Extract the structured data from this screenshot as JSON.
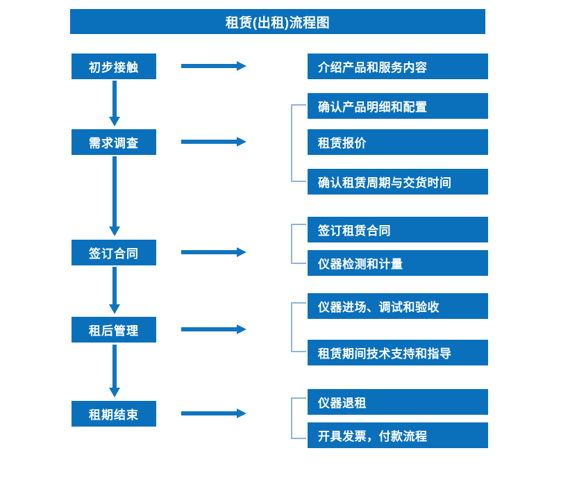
{
  "diagram": {
    "title": "租赁(出租)流程图",
    "accent_color": "#0A70BC",
    "bracket_color": "#8FB4D9",
    "text_color": "#FFFFFF",
    "background_color": "#FFFFFF"
  },
  "stages": [
    {
      "label": "初步接触"
    },
    {
      "label": "需求调查"
    },
    {
      "label": "签订合同"
    },
    {
      "label": "租后管理"
    },
    {
      "label": "租期结束"
    }
  ],
  "details": {
    "group1": [
      {
        "label": "介绍产品和服务内容"
      }
    ],
    "group2": [
      {
        "label": "确认产品明细和配置"
      },
      {
        "label": "租赁报价"
      },
      {
        "label": "确认租赁周期与交货时间"
      }
    ],
    "group3": [
      {
        "label": "签订租赁合同"
      },
      {
        "label": "仪器检测和计量"
      }
    ],
    "group4": [
      {
        "label": "仪器进场、调试和验收"
      },
      {
        "label": "租赁期间技术支持和指导"
      }
    ],
    "group5": [
      {
        "label": "仪器退租"
      },
      {
        "label": "开具发票，付款流程"
      }
    ]
  }
}
